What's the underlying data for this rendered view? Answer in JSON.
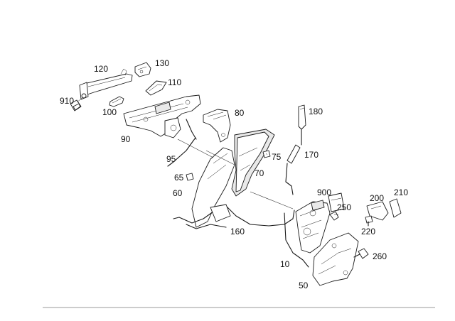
{
  "diagram": {
    "callouts": {
      "p10": "10",
      "p50": "50",
      "p60": "60",
      "p65": "65",
      "p70": "70",
      "p75": "75",
      "p80": "80",
      "p90": "90",
      "p95": "95",
      "p100": "100",
      "p110": "110",
      "p120": "120",
      "p130": "130",
      "p160": "160",
      "p170": "170",
      "p180": "180",
      "p200": "200",
      "p210": "210",
      "p220": "220",
      "p250": "250",
      "p260": "260",
      "p900": "900",
      "p910": "910"
    }
  }
}
